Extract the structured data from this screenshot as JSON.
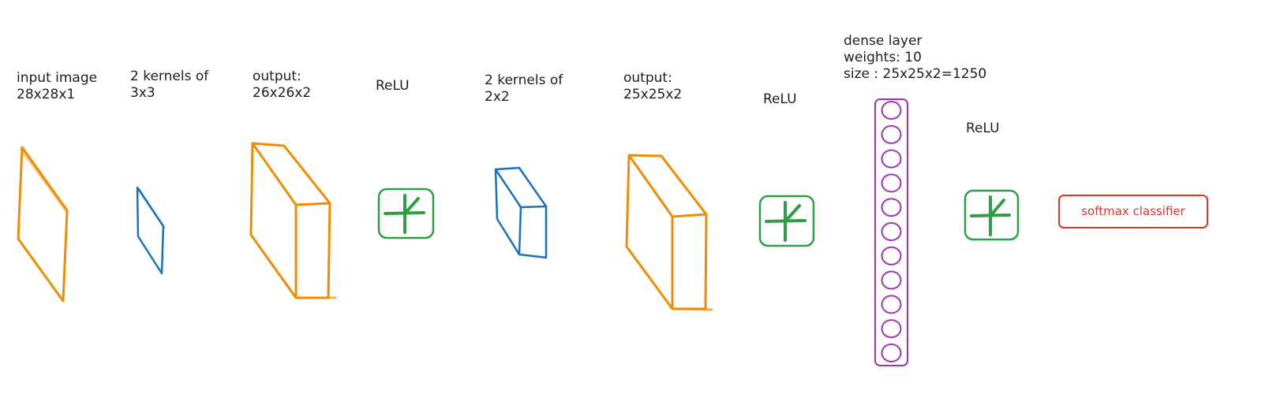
{
  "labels": {
    "input": [
      "input image",
      "28x28x1"
    ],
    "kernels1": [
      "2 kernels of",
      "3x3"
    ],
    "output1": [
      "output:",
      "26x26x2"
    ],
    "relu1": "ReLU",
    "kernels2": [
      "2 kernels of",
      "2x2"
    ],
    "output2": [
      "output:",
      "25x25x2"
    ],
    "relu2": "ReLU",
    "dense": [
      "dense layer",
      "weights: 10",
      "size : 25x25x2=1250"
    ],
    "relu3": "ReLU",
    "softmax": "softmax classifier"
  },
  "dense_neuron_count": 11,
  "colors": {
    "feature_map": "#f08c00",
    "kernel": "#1971c2",
    "relu": "#2f9e44",
    "dense": "#9c36b5",
    "softmax": "#e03131"
  },
  "icons": {
    "relu": "relu-activation-icon"
  }
}
